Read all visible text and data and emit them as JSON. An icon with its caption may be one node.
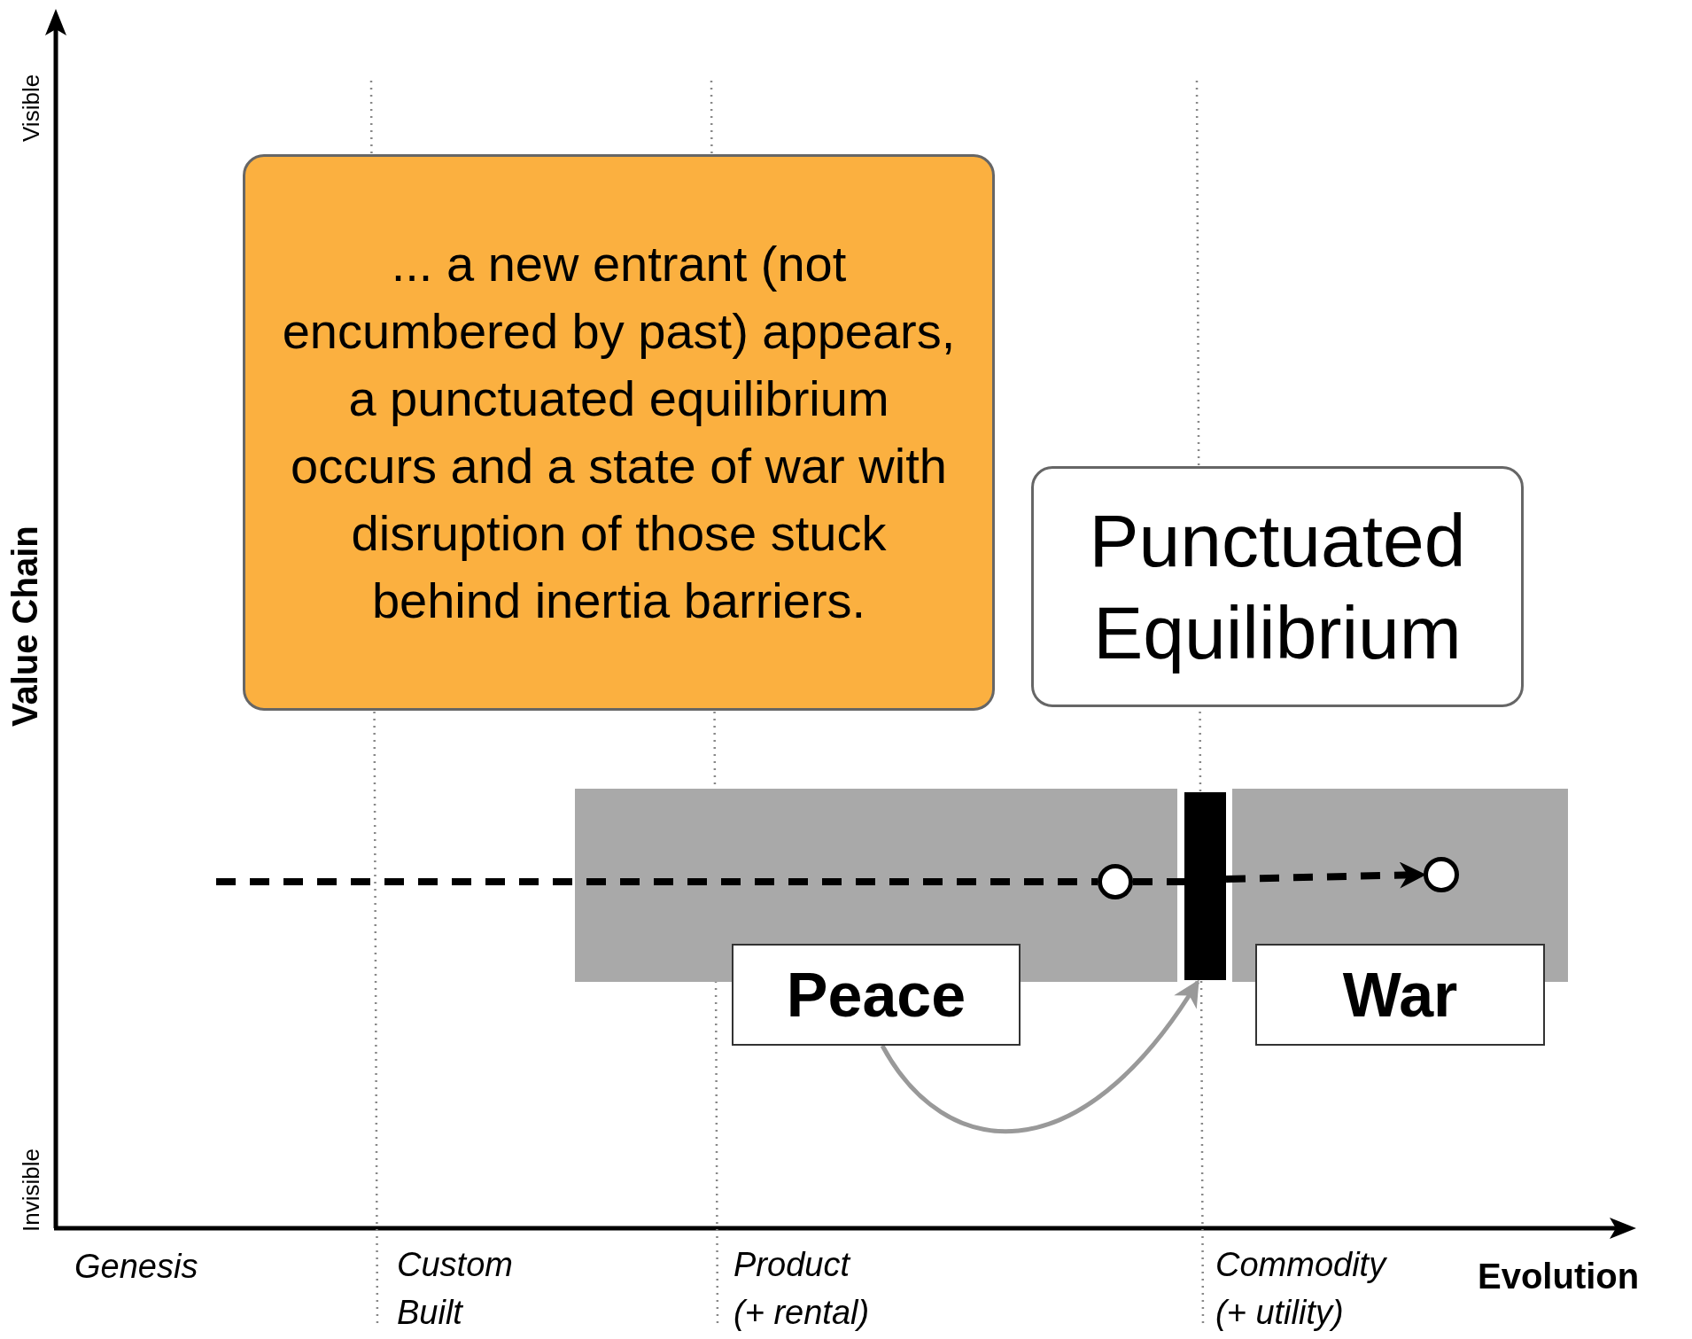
{
  "diagram": {
    "nodes": [
      {
        "text": [
          "... a new entrant (not encumbered by past) appears, a punctuated equilibrium occurs and a state of war with disruption of those stuck behind inertia barriers."
        ]
      },
      {
        "text": [
          "Punctuated Equilibrium"
        ]
      },
      {
        "text": [
          "Peace"
        ]
      },
      {
        "text": [
          "War"
        ]
      },
      {
        "text": [],
        "shape": "bar"
      },
      {
        "text": [],
        "shape": "circle"
      },
      {
        "text": [],
        "shape": "circle"
      }
    ],
    "edges": [
      {
        "from": null,
        "to": 5,
        "arrow": "none",
        "style": "dashed"
      },
      {
        "from": 5,
        "to": 4,
        "arrow": "none",
        "style": "dashed"
      },
      {
        "from": 4,
        "to": 6,
        "arrow": "to",
        "style": "dashed"
      },
      {
        "from": 2,
        "to": 4,
        "arrow": "to",
        "color": "#999999"
      }
    ],
    "labels": [
      "Visible",
      "Value Chain",
      "Invisible",
      "Genesis",
      "Custom Built",
      "Product (+ rental)",
      "Commodity (+ utility)",
      "Evolution"
    ]
  }
}
